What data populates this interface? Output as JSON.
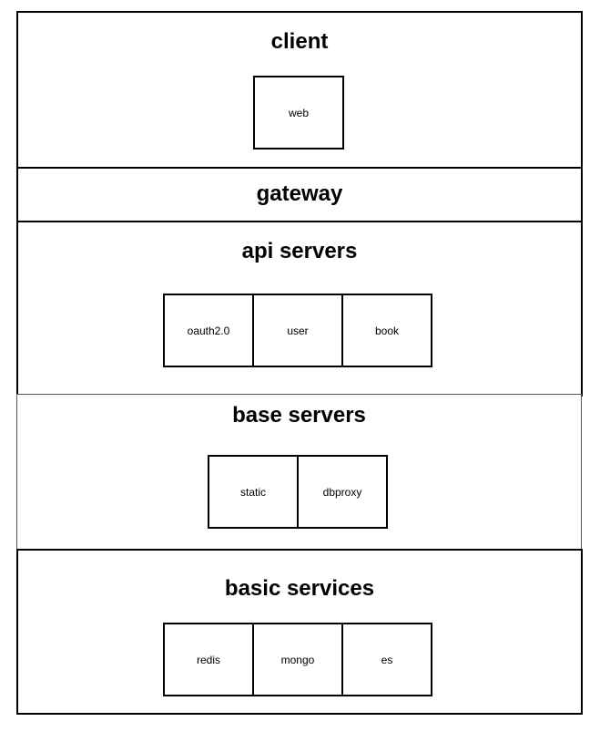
{
  "layers": {
    "client": {
      "title": "client",
      "boxes": [
        "web"
      ]
    },
    "gateway": {
      "title": "gateway"
    },
    "api_servers": {
      "title": "api servers",
      "boxes": [
        "oauth2.0",
        "user",
        "book"
      ]
    },
    "base_servers": {
      "title": "base servers",
      "boxes": [
        "static",
        "dbproxy"
      ]
    },
    "basic_services": {
      "title": "basic services",
      "boxes": [
        "redis",
        "mongo",
        "es"
      ]
    }
  },
  "colors": {
    "border": "#000000",
    "background": "#ffffff",
    "text": "#000000"
  }
}
